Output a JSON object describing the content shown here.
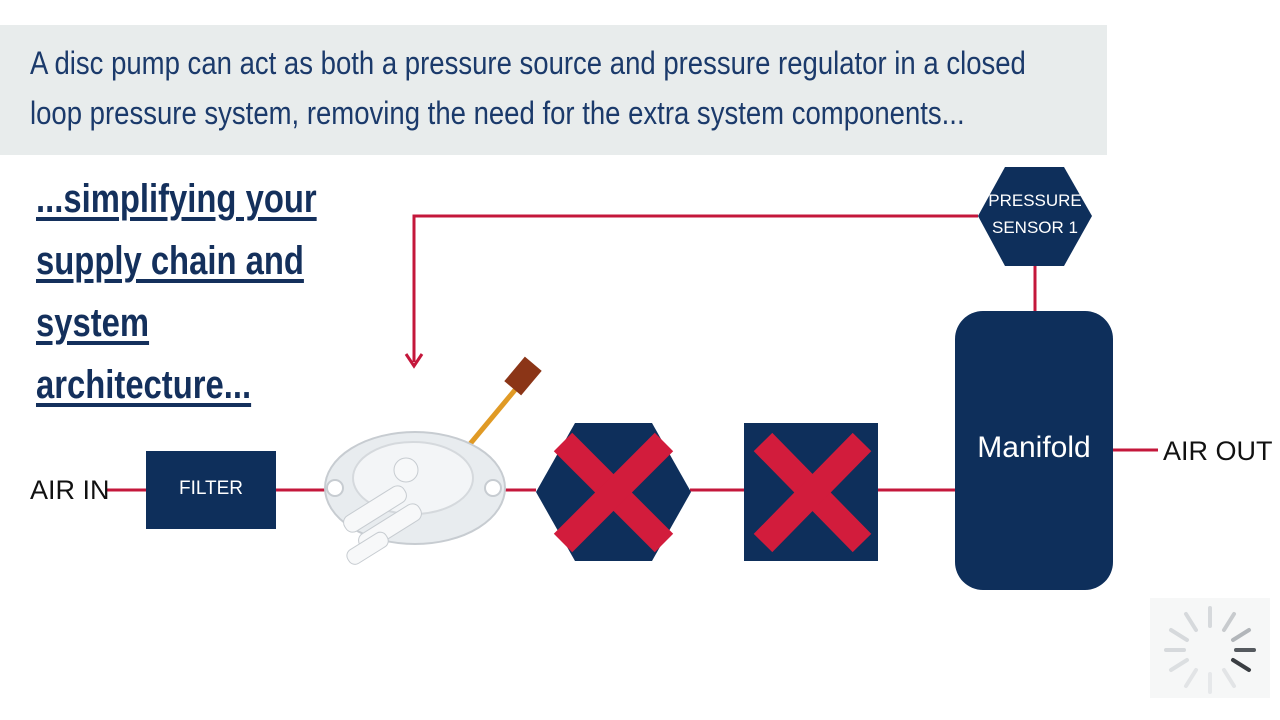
{
  "banner": {
    "line1": "A disc pump can act as both a pressure source and pressure regulator in a closed",
    "line2": "loop pressure system, removing the need for the extra system components..."
  },
  "tagline": {
    "line1": "...simplifying your",
    "line2": "supply chain and",
    "line3": "system",
    "line4": "architecture..."
  },
  "diagram": {
    "air_in": "AIR IN",
    "filter": "FILTER",
    "sensor_line1": "PRESSURE",
    "sensor_line2": "SENSOR 1",
    "manifold": "Manifold",
    "air_out": "AIR OUT"
  },
  "colors": {
    "navy": "#0e2f5b",
    "line_red": "#c4173b",
    "cross_red": "#d21c3c"
  }
}
